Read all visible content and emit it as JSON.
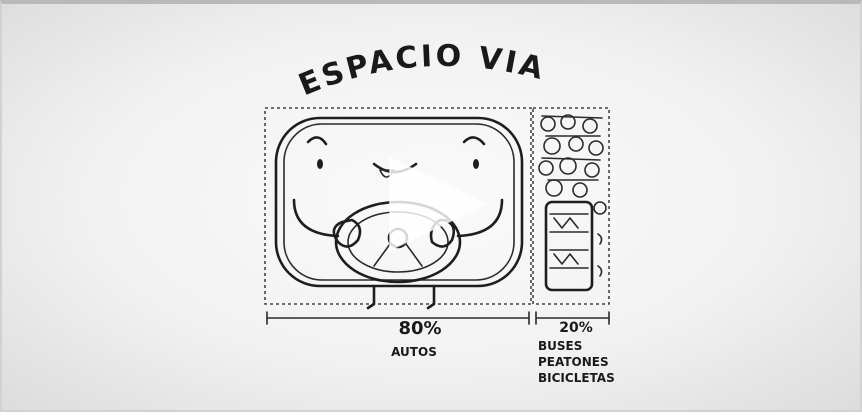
{
  "video": {
    "title": "ESPACIO VIAL",
    "car_share": "80%",
    "car_label": "AUTOS",
    "other_share": "20%",
    "other_labels": [
      "BUSES",
      "PEATONES",
      "BICICLETAS"
    ]
  },
  "controls": {
    "play_icon": "play-icon"
  },
  "colors": {
    "ink": "#1e1e1e",
    "background": "#f2f2f2",
    "play_overlay": "#ffffff"
  }
}
